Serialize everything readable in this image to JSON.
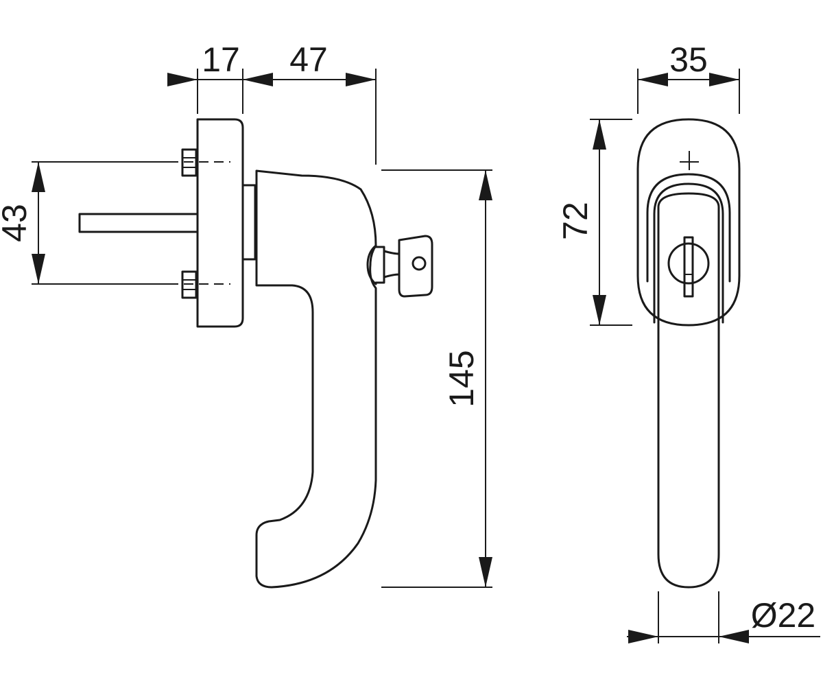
{
  "drawing": {
    "dimensions": {
      "side_width_rosette": "17",
      "side_projection": "47",
      "side_screw_spacing": "43",
      "side_height": "145",
      "front_width": "35",
      "front_rosette_height": "72",
      "front_grip_diameter": "Ø22"
    },
    "colors": {
      "line": "#1a1a1a",
      "background": "#ffffff"
    }
  }
}
